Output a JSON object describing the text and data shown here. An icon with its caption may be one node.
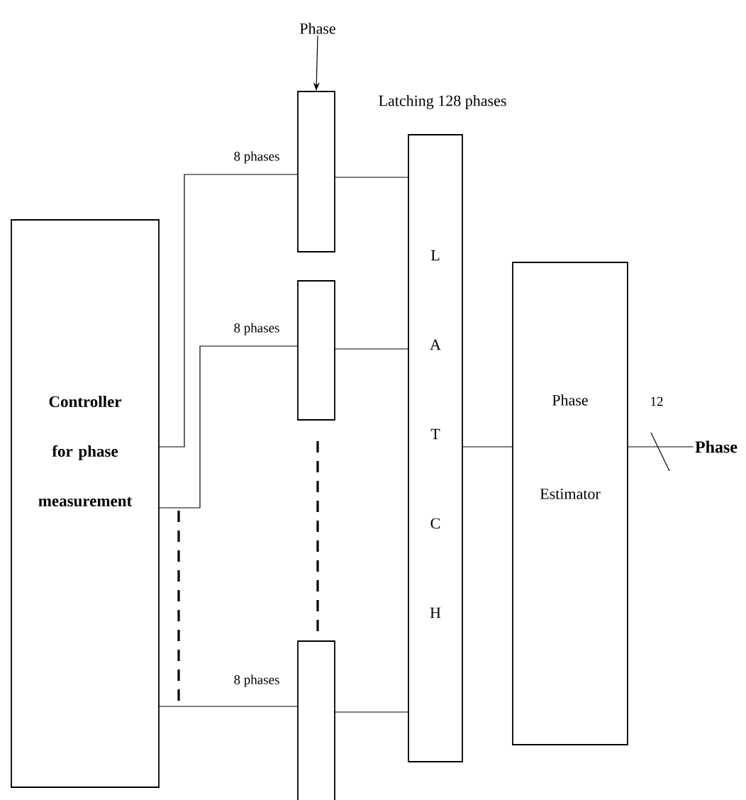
{
  "diagram": {
    "nodes": [
      {
        "text": [
          "Phase"
        ]
      },
      {
        "text": [
          "Controller for phase measurement"
        ]
      },
      {
        "text": [],
        "shape": "box"
      },
      {
        "text": [],
        "shape": "box"
      },
      {
        "text": [],
        "shape": "box"
      },
      {
        "text": [
          "L",
          "A",
          "T",
          "C",
          "H"
        ]
      },
      {
        "text": [
          "Phase Estimator"
        ]
      },
      {
        "text": [
          "Phase"
        ]
      }
    ],
    "edges": [
      {
        "from": 0,
        "to": 2,
        "arrow": "to"
      },
      {
        "from": 1,
        "to": 2,
        "arrow": "none",
        "label": "8 phases"
      },
      {
        "from": 1,
        "to": 3,
        "arrow": "none",
        "label": "8 phases"
      },
      {
        "from": 1,
        "to": 4,
        "arrow": "none",
        "label": "8 phases"
      },
      {
        "from": 2,
        "to": 5,
        "arrow": "none"
      },
      {
        "from": 3,
        "to": 5,
        "arrow": "none"
      },
      {
        "from": 4,
        "to": 5,
        "arrow": "none"
      },
      {
        "from": 5,
        "to": 6,
        "arrow": "none"
      },
      {
        "from": 6,
        "to": 7,
        "arrow": "none",
        "label": "12"
      }
    ],
    "labels": [
      "Latching 128 phases"
    ]
  }
}
